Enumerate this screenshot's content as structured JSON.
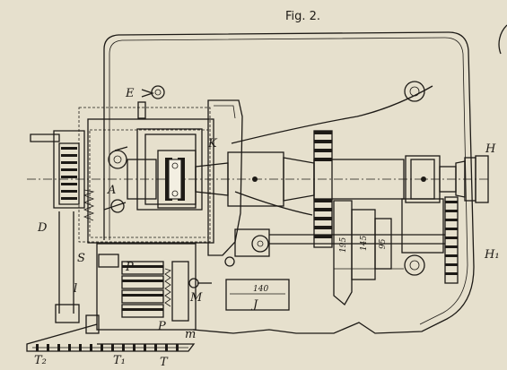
{
  "figure": {
    "title": "Fig. 2.",
    "part_labels": {
      "E": "E",
      "K": "K",
      "H": "H",
      "H1": "H₁",
      "A": "A",
      "D": "D",
      "S": "S",
      "l": "l",
      "P": "P",
      "M": "M",
      "m": "m",
      "T": "T",
      "T1": "T₁",
      "T2": "T₂",
      "J": "J"
    },
    "dimensions": {
      "upper_box": "140",
      "pulley_large": "195",
      "pulley_mid": "145",
      "pulley_small": "95"
    }
  }
}
